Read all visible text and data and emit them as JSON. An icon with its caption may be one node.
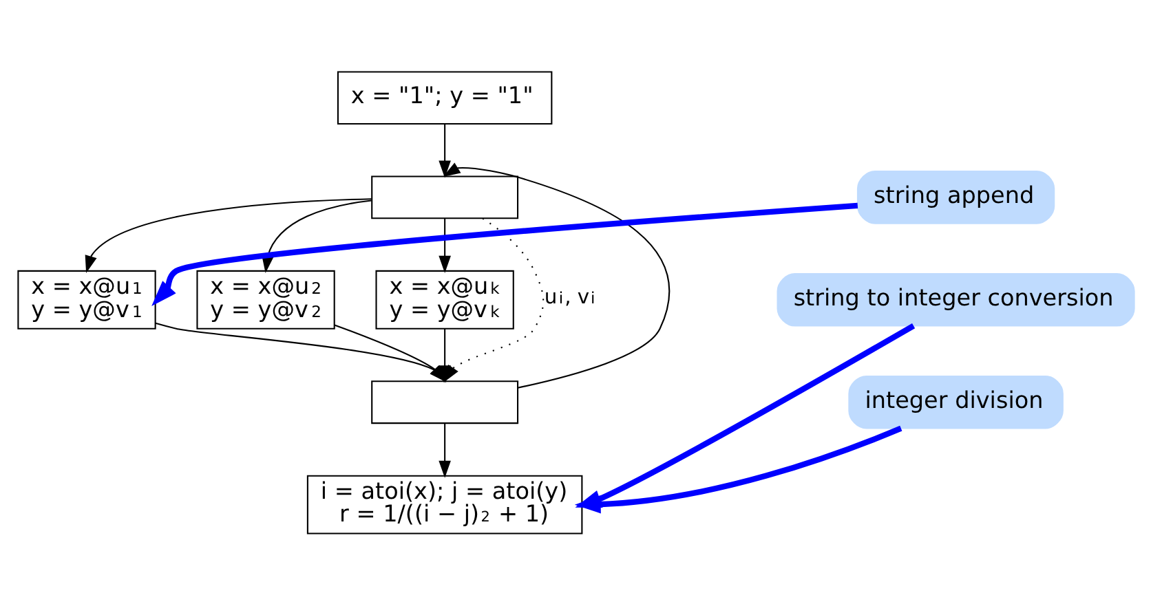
{
  "diagram": {
    "nodes": [
      {
        "text": [
          "x = \"1\"; y = \"1\""
        ]
      },
      {
        "text": [],
        "shape": "box"
      },
      {
        "text": [
          "x = x@u$_{1}$",
          "y = y@v$_{1}$"
        ]
      },
      {
        "text": [
          "x = x@u$_{2}$",
          "y = y@v$_{2}$"
        ]
      },
      {
        "text": [
          "x = x@u$_{k}$",
          "y = y@v$_{k}$"
        ]
      },
      {
        "text": [],
        "shape": "box"
      },
      {
        "text": [
          "i = atoi(x); j = atoi(y)",
          "r = 1/((i − j)$^{2}$ + 1)"
        ]
      },
      {
        "text": [
          "string append"
        ]
      },
      {
        "text": [
          "string to integer conversion"
        ]
      },
      {
        "text": [
          "integer division"
        ]
      }
    ],
    "edges": [
      {
        "from": 0,
        "to": 1,
        "arrow": "to"
      },
      {
        "from": 5,
        "to": 1,
        "arrow": "to"
      },
      {
        "from": 1,
        "to": 2,
        "arrow": "to"
      },
      {
        "from": 1,
        "to": 3,
        "arrow": "to"
      },
      {
        "from": 1,
        "to": 5,
        "arrow": "to",
        "label": "u$_{i}$, v$_{i}$",
        "style": "dashed"
      },
      {
        "from": 1,
        "to": 4,
        "arrow": "to"
      },
      {
        "from": 2,
        "to": 5,
        "arrow": "to"
      },
      {
        "from": 3,
        "to": 5,
        "arrow": "to"
      },
      {
        "from": 4,
        "to": 5,
        "arrow": "to"
      },
      {
        "from": 5,
        "to": 6,
        "arrow": "to"
      },
      {
        "from": 7,
        "to": 2,
        "arrow": "to",
        "style": "thick",
        "color": "#0000ff"
      },
      {
        "from": 8,
        "to": 6,
        "arrow": "to",
        "style": "thick",
        "color": "#0000ff"
      },
      {
        "from": 9,
        "to": 6,
        "arrow": "to",
        "style": "thick",
        "color": "#0000ff"
      }
    ]
  }
}
